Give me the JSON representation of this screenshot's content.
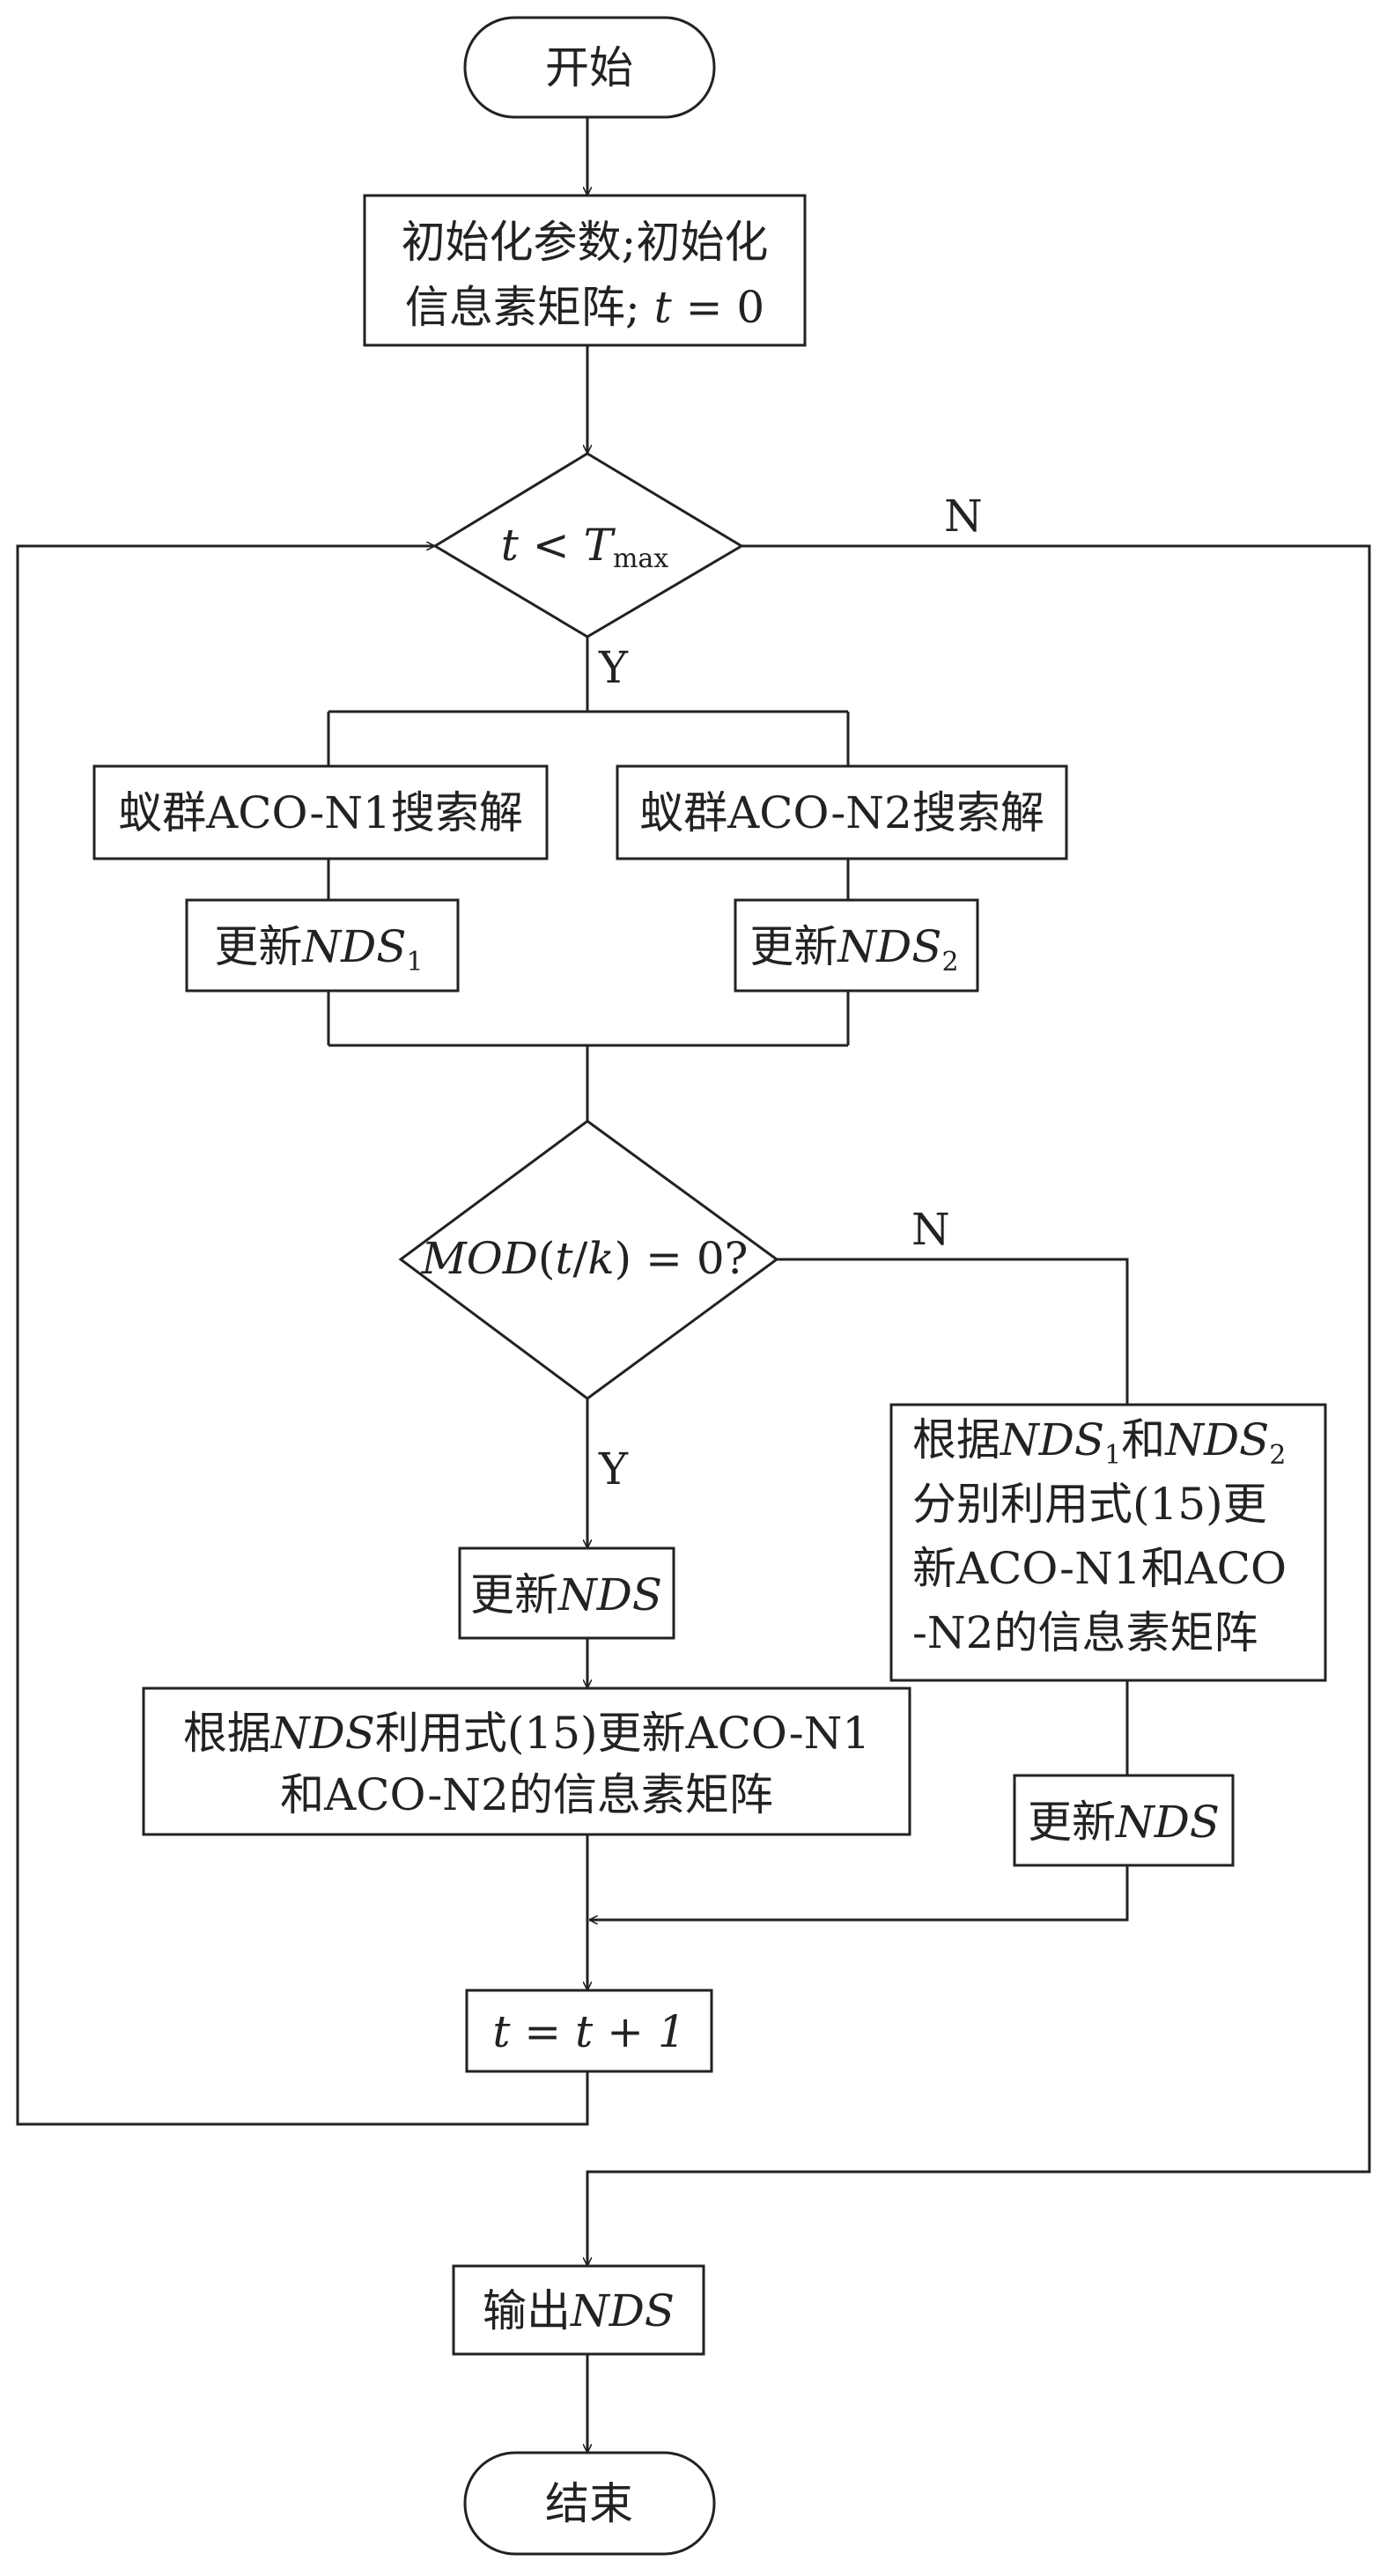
{
  "nodes": {
    "start": "开始",
    "init_line1": "初始化参数;初始化",
    "init_line2_prefix": "信息素矩阵; ",
    "init_line2_t": "t",
    "init_line2_suffix": " = 0",
    "loop_cond_t": "t",
    "loop_cond_op": " < ",
    "loop_cond_T": "T",
    "loop_cond_sub": "max",
    "search_n1": "蚁群ACO-N1搜索解",
    "search_n2": "蚁群ACO-N2搜索解",
    "update_prefix": "更新",
    "nds": "NDS",
    "sub1": "1",
    "sub2": "2",
    "mod_cond_mod": "MOD",
    "mod_cond_paren_open": "(",
    "mod_cond_t": "t",
    "mod_cond_slash": "/",
    "mod_cond_k": "k",
    "mod_cond_rest": ") = 0?",
    "right_line1_prefix": "根据",
    "right_line1_mid": "和",
    "right_line2": "分别利用式(15)更",
    "right_line3": "新ACO-N1和ACO",
    "right_line4": "-N2的信息素矩阵",
    "left_update_line1_prefix": "根据",
    "left_update_line1_suffix": "利用式(15)更新ACO-N1",
    "left_update_line2": "和ACO-N2的信息素矩阵",
    "increment": "t = t + 1",
    "output_prefix": "输出",
    "end": "结束"
  },
  "edge_labels": {
    "loop_no": "N",
    "loop_yes": "Y",
    "mod_no": "N",
    "mod_yes": "Y"
  }
}
